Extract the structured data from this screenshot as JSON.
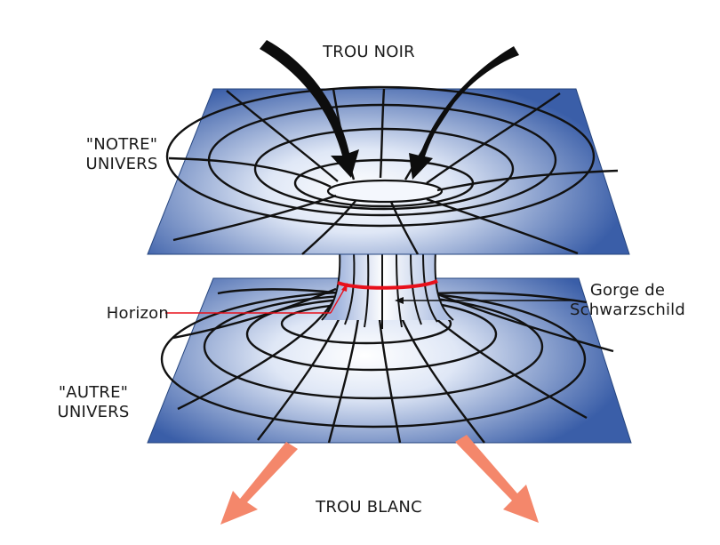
{
  "labels": {
    "top_title": "TROU NOIR",
    "our_universe": [
      "\"NOTRE\"",
      "UNIVERS"
    ],
    "other_universe": [
      "\"AUTRE\"",
      "UNIVERS"
    ],
    "horizon": "Horizon",
    "throat": [
      "Gorge de",
      "Schwarzschild"
    ],
    "bottom_title": "TROU BLANC"
  },
  "colors": {
    "sheet_edge": "#3a5ea8",
    "sheet_center": "#ffffff",
    "grid_lines": "#111111",
    "horizon_ring": "#e8101b",
    "inflow_arrows": "#0d0d0d",
    "outflow_arrows": "#f4876b",
    "text": "#1a1a1a"
  }
}
